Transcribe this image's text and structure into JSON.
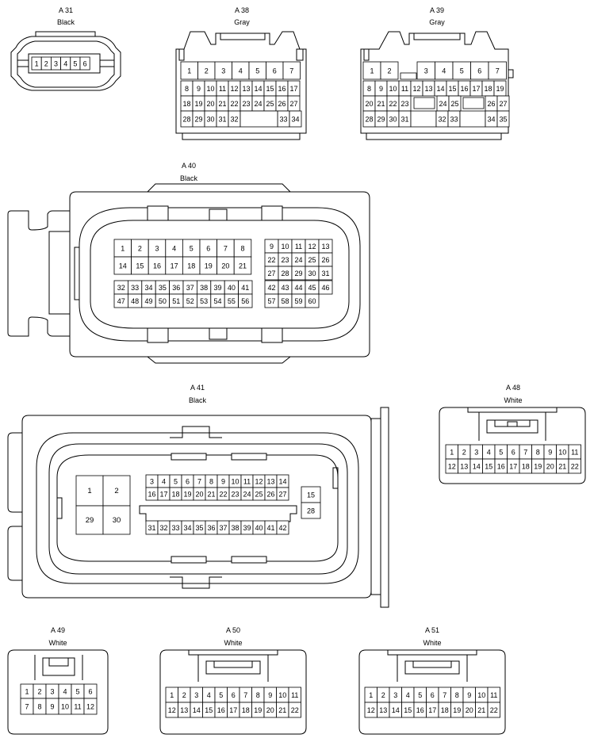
{
  "connectors": {
    "A31": {
      "code": "A 31",
      "color": "Black",
      "rows": [
        [
          "1",
          "2",
          "3",
          "4",
          "5",
          "6"
        ]
      ]
    },
    "A38": {
      "code": "A 38",
      "color": "Gray",
      "row1": [
        "1",
        "2",
        "3",
        "4",
        "5",
        "6",
        "7"
      ],
      "row2": [
        "8",
        "9",
        "10",
        "11",
        "12",
        "13",
        "14",
        "15",
        "16",
        "17"
      ],
      "row3": [
        "18",
        "19",
        "20",
        "21",
        "22",
        "23",
        "24",
        "25",
        "26",
        "27"
      ],
      "row4a": [
        "28",
        "29",
        "30",
        "31",
        "32"
      ],
      "row4b": [
        "33",
        "34"
      ]
    },
    "A39": {
      "code": "A 39",
      "color": "Gray",
      "row1a": [
        "1",
        "2"
      ],
      "row1b": [
        "3",
        "4",
        "5",
        "6",
        "7"
      ],
      "row2": [
        "8",
        "9",
        "10",
        "11",
        "12",
        "13",
        "14",
        "15",
        "16",
        "17",
        "18",
        "19"
      ],
      "row3a": [
        "20",
        "21",
        "22",
        "23"
      ],
      "row3b": [
        "24",
        "25"
      ],
      "row3c": [
        "26",
        "27"
      ],
      "row4a": [
        "28",
        "29",
        "30",
        "31"
      ],
      "row4b": [
        "32",
        "33"
      ],
      "row4c": [
        "34",
        "35"
      ]
    },
    "A40": {
      "code": "A 40",
      "color": "Black",
      "blockA": [
        [
          "1",
          "2",
          "3",
          "4",
          "5",
          "6",
          "7",
          "8"
        ],
        [
          "14",
          "15",
          "16",
          "17",
          "18",
          "19",
          "20",
          "21"
        ]
      ],
      "blockB": [
        [
          "9",
          "10",
          "11",
          "12",
          "13"
        ],
        [
          "22",
          "23",
          "24",
          "25",
          "26"
        ],
        [
          "27",
          "28",
          "29",
          "30",
          "31"
        ]
      ],
      "blockC": [
        [
          "32",
          "33",
          "34",
          "35",
          "36",
          "37",
          "38",
          "39",
          "40",
          "41"
        ],
        [
          "47",
          "48",
          "49",
          "50",
          "51",
          "52",
          "53",
          "54",
          "55",
          "56"
        ]
      ],
      "blockD": [
        [
          "42",
          "43",
          "44",
          "45",
          "46"
        ],
        [
          "57",
          "58",
          "59",
          "60"
        ]
      ]
    },
    "A41": {
      "code": "A 41",
      "color": "Black",
      "big": [
        "1",
        "2",
        "29",
        "30"
      ],
      "rowA": [
        "3",
        "4",
        "5",
        "6",
        "7",
        "8",
        "9",
        "10",
        "11",
        "12",
        "13",
        "14"
      ],
      "rowB": [
        "16",
        "17",
        "18",
        "19",
        "20",
        "21",
        "22",
        "23",
        "24",
        "25",
        "26",
        "27"
      ],
      "side": [
        "15",
        "28"
      ],
      "rowC": [
        "31",
        "32",
        "33",
        "34",
        "35",
        "36",
        "37",
        "38",
        "39",
        "40",
        "41",
        "42"
      ]
    },
    "A48": {
      "code": "A 48",
      "color": "White",
      "rows": [
        [
          "1",
          "2",
          "3",
          "4",
          "5",
          "6",
          "7",
          "8",
          "9",
          "10",
          "11"
        ],
        [
          "12",
          "13",
          "14",
          "15",
          "16",
          "17",
          "18",
          "19",
          "20",
          "21",
          "22"
        ]
      ]
    },
    "A49": {
      "code": "A 49",
      "color": "White",
      "rows": [
        [
          "1",
          "2",
          "3",
          "4",
          "5",
          "6"
        ],
        [
          "7",
          "8",
          "9",
          "10",
          "11",
          "12"
        ]
      ]
    },
    "A50": {
      "code": "A 50",
      "color": "White",
      "rows": [
        [
          "1",
          "2",
          "3",
          "4",
          "5",
          "6",
          "7",
          "8",
          "9",
          "10",
          "11"
        ],
        [
          "12",
          "13",
          "14",
          "15",
          "16",
          "17",
          "18",
          "19",
          "20",
          "21",
          "22"
        ]
      ]
    },
    "A51": {
      "code": "A 51",
      "color": "White",
      "rows": [
        [
          "1",
          "2",
          "3",
          "4",
          "5",
          "6",
          "7",
          "8",
          "9",
          "10",
          "11"
        ],
        [
          "12",
          "13",
          "14",
          "15",
          "16",
          "17",
          "18",
          "19",
          "20",
          "21",
          "22"
        ]
      ]
    }
  }
}
